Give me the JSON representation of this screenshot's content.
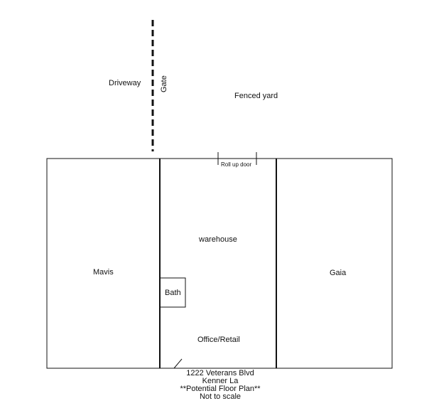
{
  "labels": {
    "driveway": "Driveway",
    "gate": "Gate",
    "fenced_yard": "Fenced yard",
    "roll_up_door": "Roll up door",
    "warehouse": "warehouse",
    "mavis": "Mavis",
    "gaia": "Gaia",
    "bath": "Bath",
    "office_retail": "Office/Retail"
  },
  "address": {
    "line1": "1222 Veterans Blvd",
    "line2": "Kenner La",
    "line3": "**Potential Floor Plan**",
    "line4": "Not to scale"
  },
  "colors": {
    "line": "#111111",
    "background": "#ffffff"
  }
}
